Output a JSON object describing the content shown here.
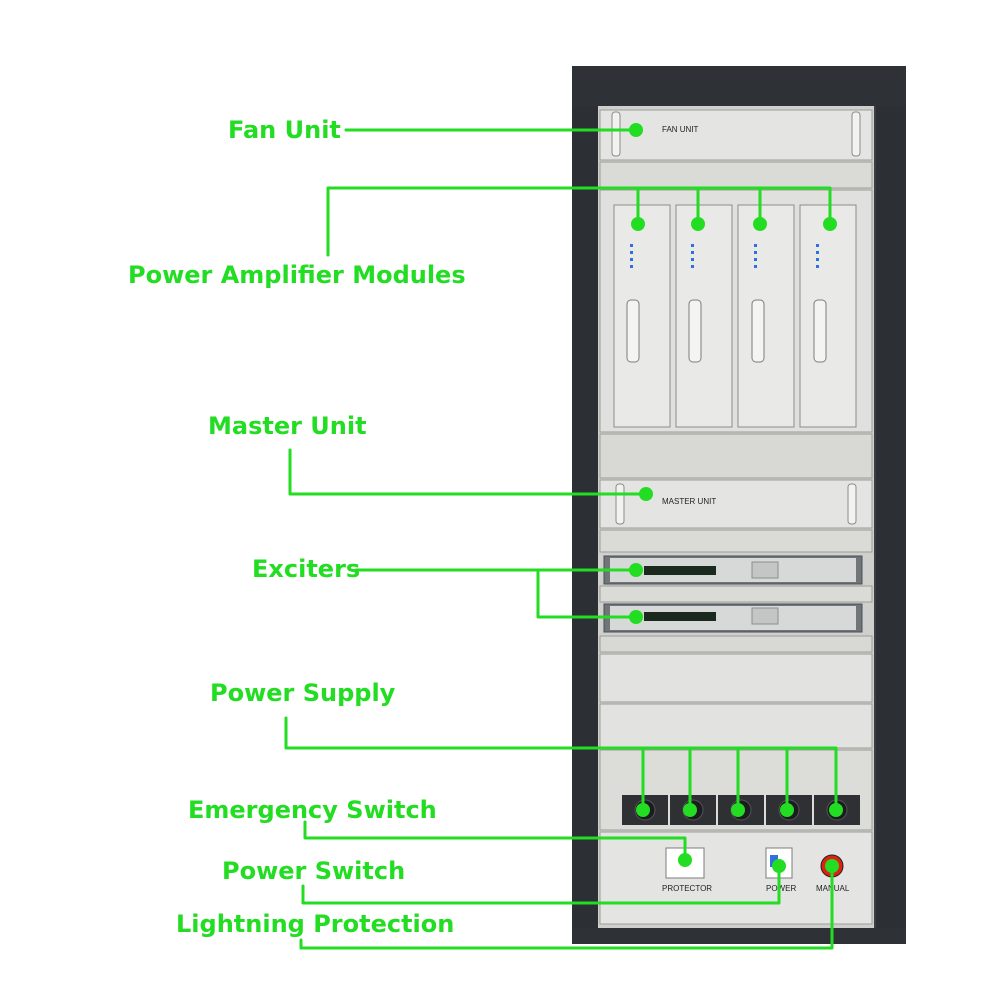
{
  "colors": {
    "callout": "#22dd22",
    "frame": "#3b3f45",
    "panel": "#e4e4e2",
    "panel_dark": "#cfd0cd",
    "exciter": "#6f7578",
    "display": "#1a2a1e",
    "led_blue": "#2f6fe0",
    "knob_red": "#dd2211"
  },
  "callouts": {
    "fan_unit": "Fan Unit",
    "power_amplifier_modules": "Power Amplifier Modules",
    "master_unit": "Master Unit",
    "exciters": "Exciters",
    "power_supply": "Power Supply",
    "emergency_switch": "Emergency Switch",
    "power_switch": "Power Switch",
    "lightning_protection": "Lightning Protection"
  },
  "panel_labels": {
    "fan_unit": "FAN UNIT",
    "master_unit": "MASTER UNIT",
    "protector": "PROTECTOR",
    "power": "POWER",
    "manual": "MANUAL"
  }
}
